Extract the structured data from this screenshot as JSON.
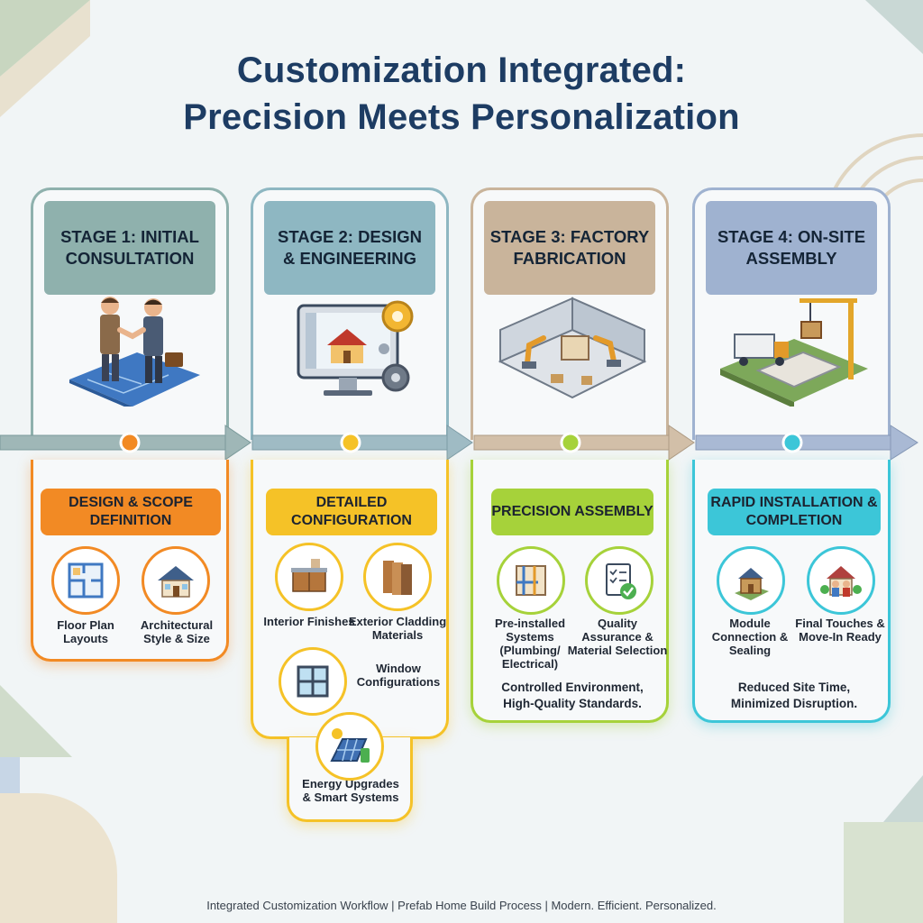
{
  "title": {
    "line1": "Customization Integrated:",
    "line2": "Precision Meets Personalization"
  },
  "colors": {
    "stage1_head": "#8fb1ad",
    "stage2_head": "#8eb7c2",
    "stage3_head": "#c9b49b",
    "stage4_head": "#9fb2d0",
    "orange": "#f28a24",
    "yellow": "#f5c227",
    "lime": "#a6d23a",
    "cyan": "#3cc6d8"
  },
  "stages": [
    {
      "heading": "STAGE 1: INITIAL CONSULTATION",
      "icon": "handshake-blueprint-icon",
      "badge": "DESIGN & SCOPE DEFINITION",
      "items": [
        {
          "label": "Floor Plan Layouts",
          "icon": "floor-plan-icon"
        },
        {
          "label": "Architectural Style & Size",
          "icon": "house-style-icon"
        }
      ]
    },
    {
      "heading": "STAGE 2: DESIGN & ENGINEERING",
      "icon": "cad-computer-gears-icon",
      "badge": "DETAILED CONFIGURATION",
      "items": [
        {
          "label": "Interior Finishes",
          "icon": "kitchen-finishes-icon"
        },
        {
          "label": "Exterior Cladding Materials",
          "icon": "cladding-panels-icon"
        },
        {
          "label": "Window Configurations",
          "icon": "window-icon"
        },
        {
          "label": "Energy Upgrades & Smart Systems",
          "icon": "solar-panel-icon"
        }
      ]
    },
    {
      "heading": "STAGE 3: FACTORY FABRICATION",
      "icon": "factory-robot-arms-icon",
      "badge": "PRECISION ASSEMBLY",
      "items": [
        {
          "label": "Pre-installed Systems (Plumbing/ Electrical)",
          "icon": "wall-systems-icon"
        },
        {
          "label": "Quality Assurance & Material Selection",
          "icon": "checklist-icon"
        }
      ],
      "note": "Controlled Environment, High-Quality Standards."
    },
    {
      "heading": "STAGE 4: ON-SITE ASSEMBLY",
      "icon": "crane-truck-site-icon",
      "badge": "RAPID INSTALLATION & COMPLETION",
      "items": [
        {
          "label": "Module Connection & Sealing",
          "icon": "module-house-icon"
        },
        {
          "label": "Final Touches & Move-In Ready",
          "icon": "family-home-icon"
        }
      ],
      "note": "Reduced Site Time, Minimized Disruption."
    }
  ],
  "footer": "Integrated Customization Workflow | Prefab Home Build Process | Modern. Efficient. Personalized."
}
